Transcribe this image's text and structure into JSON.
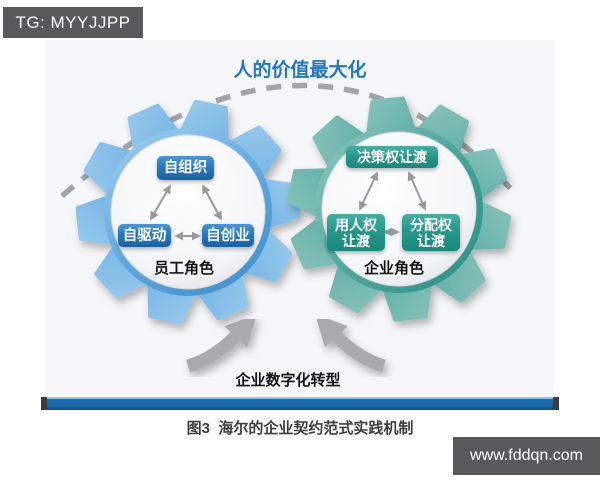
{
  "badge": {
    "label": "TG: MYYJJPP"
  },
  "watermark": {
    "label": "www.fddqn.com"
  },
  "diagram": {
    "title": "人的价值最大化",
    "employee_gear": {
      "nodes": {
        "top": "自组织",
        "left": "自驱动",
        "right": "自创业"
      },
      "label": "员工角色"
    },
    "enterprise_gear": {
      "nodes": {
        "top": "决策权让渡",
        "left": "用人权让渡",
        "right": "分配权让渡"
      },
      "label": "企业角色"
    },
    "transform_label": "企业数字化转型"
  },
  "caption": "图3  海尔的企业契约范式实践机制",
  "colors": {
    "title_blue": "#2476BD",
    "employee_gear_blue": "#2F86C7",
    "enterprise_gear_teal": "#1A8F85",
    "node_blue": "#1E6FB3",
    "node_teal": "#21998B",
    "divider_blue": "#1565A8",
    "overlay_gray": "#59595B",
    "arrow_gray": "#A2A5A8"
  }
}
